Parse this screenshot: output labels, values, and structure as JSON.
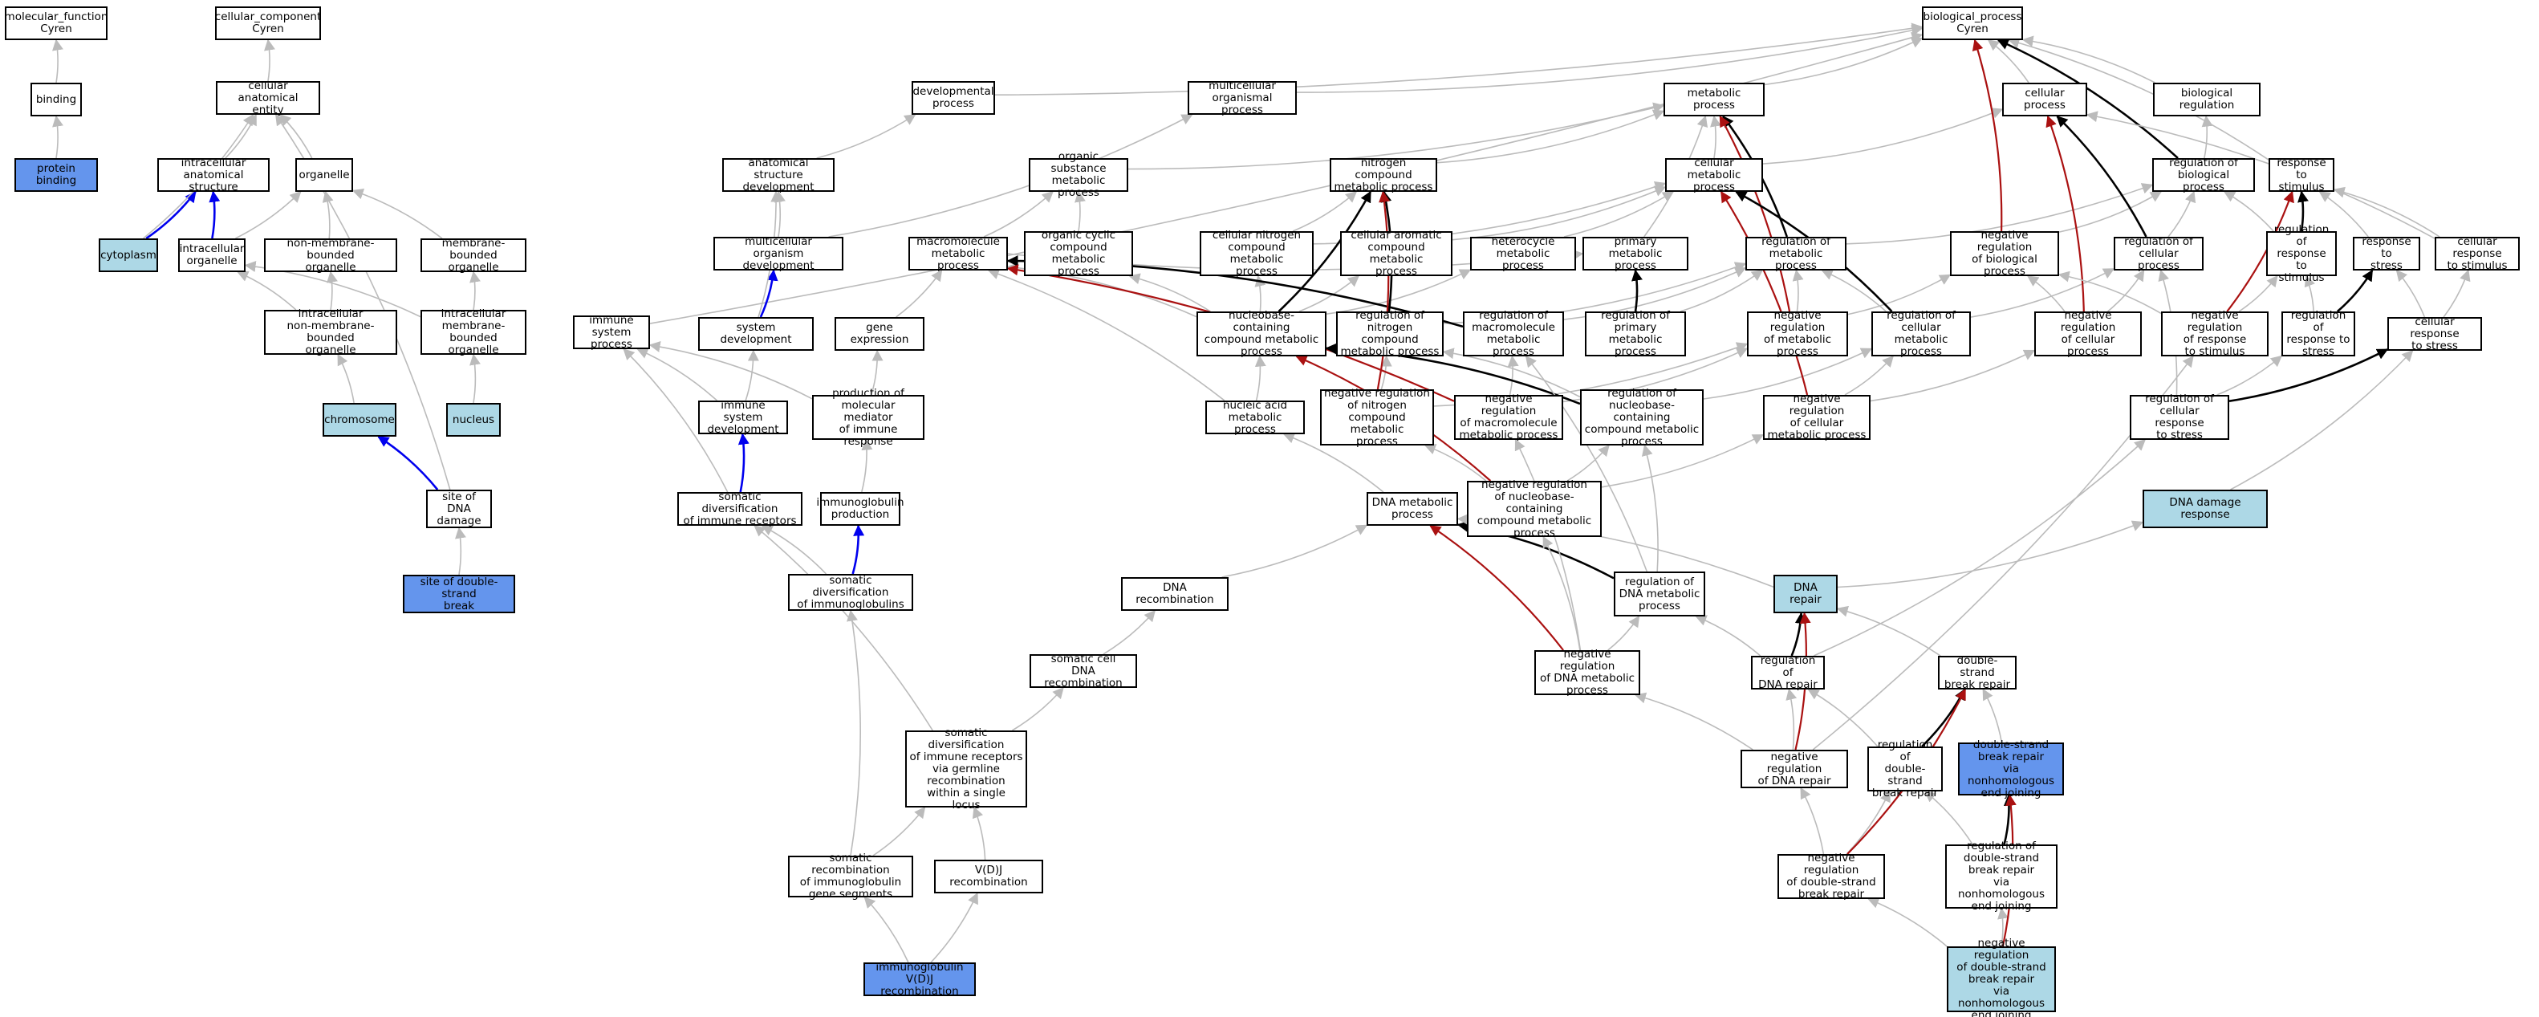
{
  "colors": {
    "is_a": "#bbbbbb",
    "positively_regulates": "#000000",
    "part_of": "#0000ee",
    "negatively_regulates": "#aa1111",
    "fill_light": "#add8e6",
    "fill_strong": "#6495ed"
  },
  "nodes": [
    {
      "id": "mf",
      "label": "molecular_function\nCyren"
    },
    {
      "id": "cc",
      "label": "cellular_component\nCyren"
    },
    {
      "id": "bp",
      "label": "biological_process\nCyren"
    },
    {
      "id": "binding",
      "label": "binding"
    },
    {
      "id": "protein_binding",
      "label": "protein binding",
      "fill": "strong"
    },
    {
      "id": "cae",
      "label": "cellular anatomical\nentity"
    },
    {
      "id": "ias",
      "label": "intracellular\nanatomical structure"
    },
    {
      "id": "organelle",
      "label": "organelle"
    },
    {
      "id": "cytoplasm",
      "label": "cytoplasm",
      "fill": "light"
    },
    {
      "id": "io",
      "label": "intracellular\norganelle"
    },
    {
      "id": "nmbo",
      "label": "non-membrane-bounded\norganelle"
    },
    {
      "id": "mbo",
      "label": "membrane-bounded\norganelle"
    },
    {
      "id": "inmbo",
      "label": "intracellular\nnon-membrane-bounded\norganelle"
    },
    {
      "id": "imbo",
      "label": "intracellular\nmembrane-bounded\norganelle"
    },
    {
      "id": "chromosome",
      "label": "chromosome",
      "fill": "light"
    },
    {
      "id": "nucleus",
      "label": "nucleus",
      "fill": "light"
    },
    {
      "id": "sodd",
      "label": "site of DNA\ndamage"
    },
    {
      "id": "sodsb",
      "label": "site of double-strand\nbreak",
      "fill": "strong"
    },
    {
      "id": "dev",
      "label": "developmental\nprocess"
    },
    {
      "id": "mcp",
      "label": "multicellular\norganismal process"
    },
    {
      "id": "asd",
      "label": "anatomical structure\ndevelopment"
    },
    {
      "id": "mod",
      "label": "multicellular\norganism development"
    },
    {
      "id": "sysdev",
      "label": "system development"
    },
    {
      "id": "isp",
      "label": "immune system\nprocess"
    },
    {
      "id": "isd",
      "label": "immune system\ndevelopment"
    },
    {
      "id": "sdir",
      "label": "somatic diversification\nof immune receptors"
    },
    {
      "id": "osmp",
      "label": "organic substance\nmetabolic process"
    },
    {
      "id": "mmp",
      "label": "macromolecule\nmetabolic process"
    },
    {
      "id": "gexp",
      "label": "gene expression"
    },
    {
      "id": "pmmir",
      "label": "production of\nmolecular mediator\nof immune response"
    },
    {
      "id": "igprod",
      "label": "immunoglobulin\nproduction"
    },
    {
      "id": "sdig",
      "label": "somatic diversification\nof immunoglobulins"
    },
    {
      "id": "dnarec",
      "label": "DNA recombination"
    },
    {
      "id": "scdr",
      "label": "somatic cell\nDNA recombination"
    },
    {
      "id": "sdirgl",
      "label": "somatic diversification\nof immune receptors\nvia germline\nrecombination\nwithin a single\nlocus"
    },
    {
      "id": "srigs",
      "label": "somatic recombination\nof immunoglobulin\ngene segments"
    },
    {
      "id": "vdj",
      "label": "V(D)J recombination"
    },
    {
      "id": "igvdj",
      "label": "immunoglobulin\nV(D)J recombination",
      "fill": "strong"
    },
    {
      "id": "metab",
      "label": "metabolic process"
    },
    {
      "id": "ncmp",
      "label": "nitrogen compound\nmetabolic process"
    },
    {
      "id": "cmp",
      "label": "cellular metabolic\nprocess"
    },
    {
      "id": "occmp",
      "label": "organic cyclic\ncompound metabolic\nprocess"
    },
    {
      "id": "cncmp",
      "label": "cellular nitrogen\ncompound metabolic\nprocess"
    },
    {
      "id": "caccmp",
      "label": "cellular aromatic\ncompound metabolic\nprocess"
    },
    {
      "id": "hetmp",
      "label": "heterocycle\nmetabolic process"
    },
    {
      "id": "primp",
      "label": "primary metabolic\nprocess"
    },
    {
      "id": "rmp",
      "label": "regulation of\nmetabolic process"
    },
    {
      "id": "nbcmp",
      "label": "nucleobase-containing\ncompound metabolic\nprocess"
    },
    {
      "id": "rncmp",
      "label": "regulation of\nnitrogen compound\nmetabolic process"
    },
    {
      "id": "rmmp",
      "label": "regulation of\nmacromolecule\nmetabolic process"
    },
    {
      "id": "rpmp",
      "label": "regulation of\nprimary metabolic\nprocess"
    },
    {
      "id": "nrmp",
      "label": "negative regulation\nof metabolic\nprocess"
    },
    {
      "id": "rcmp",
      "label": "regulation of\ncellular metabolic\nprocess"
    },
    {
      "id": "namp",
      "label": "nucleic acid\nmetabolic process"
    },
    {
      "id": "nrncmp",
      "label": "negative regulation\nof nitrogen\ncompound metabolic\nprocess"
    },
    {
      "id": "nrmmp",
      "label": "negative regulation\nof macromolecule\nmetabolic process"
    },
    {
      "id": "rnbcmp",
      "label": "regulation of\nnucleobase-containing\ncompound metabolic\nprocess"
    },
    {
      "id": "nrcmp",
      "label": "negative regulation\nof cellular\nmetabolic process"
    },
    {
      "id": "dnamp",
      "label": "DNA metabolic\nprocess"
    },
    {
      "id": "nrnbcmp",
      "label": "negative regulation\nof nucleobase-containing\ncompound metabolic\nprocess"
    },
    {
      "id": "rdnamp",
      "label": "regulation of\nDNA metabolic\nprocess"
    },
    {
      "id": "nrdnamp",
      "label": "negative regulation\nof DNA metabolic\nprocess"
    },
    {
      "id": "cellp",
      "label": "cellular process"
    },
    {
      "id": "bioreg",
      "label": "biological regulation"
    },
    {
      "id": "rbp",
      "label": "regulation of\nbiological process"
    },
    {
      "id": "rts",
      "label": "response to\nstimulus"
    },
    {
      "id": "nrbp",
      "label": "negative regulation\nof biological\nprocess"
    },
    {
      "id": "rcp",
      "label": "regulation of\ncellular process"
    },
    {
      "id": "rrts",
      "label": "regulation of\nresponse to\nstimulus"
    },
    {
      "id": "rtstress",
      "label": "response to\nstress"
    },
    {
      "id": "crts",
      "label": "cellular response\nto stimulus"
    },
    {
      "id": "nrcp",
      "label": "negative regulation\nof cellular\nprocess"
    },
    {
      "id": "nrrts",
      "label": "negative regulation\nof response\nto stimulus"
    },
    {
      "id": "rrtstress",
      "label": "regulation of\nresponse to\nstress"
    },
    {
      "id": "crtstress",
      "label": "cellular response\nto stress"
    },
    {
      "id": "rcrts",
      "label": "regulation of\ncellular response\nto stress"
    },
    {
      "id": "ddr",
      "label": "DNA damage response",
      "fill": "light"
    },
    {
      "id": "dnarep",
      "label": "DNA repair",
      "fill": "light"
    },
    {
      "id": "rdnarep",
      "label": "regulation of\nDNA repair"
    },
    {
      "id": "dsbr",
      "label": "double-strand\nbreak repair"
    },
    {
      "id": "nrdnarep",
      "label": "negative regulation\nof DNA repair"
    },
    {
      "id": "rdsbr",
      "label": "regulation of\ndouble-strand\nbreak repair"
    },
    {
      "id": "dsbrnhej",
      "label": "double-strand\nbreak repair\nvia nonhomologous\nend joining",
      "fill": "strong"
    },
    {
      "id": "nrdsbr",
      "label": "negative regulation\nof double-strand\nbreak repair"
    },
    {
      "id": "rdsbrnhej",
      "label": "regulation of\ndouble-strand\nbreak repair\nvia nonhomologous\nend joining"
    },
    {
      "id": "nrdsbrnhej",
      "label": "negative regulation\nof double-strand\nbreak repair\nvia nonhomologous\nend joining",
      "fill": "light"
    }
  ],
  "edges": [
    [
      "binding",
      "mf",
      "is_a"
    ],
    [
      "protein_binding",
      "binding",
      "is_a"
    ],
    [
      "cae",
      "cc",
      "is_a"
    ],
    [
      "ias",
      "cae",
      "is_a"
    ],
    [
      "organelle",
      "cae",
      "is_a"
    ],
    [
      "cytoplasm",
      "ias",
      "part_of"
    ],
    [
      "cytoplasm",
      "cae",
      "is_a"
    ],
    [
      "io",
      "ias",
      "part_of"
    ],
    [
      "io",
      "organelle",
      "is_a"
    ],
    [
      "nmbo",
      "organelle",
      "is_a"
    ],
    [
      "mbo",
      "organelle",
      "is_a"
    ],
    [
      "inmbo",
      "io",
      "is_a"
    ],
    [
      "inmbo",
      "nmbo",
      "is_a"
    ],
    [
      "imbo",
      "io",
      "is_a"
    ],
    [
      "imbo",
      "mbo",
      "is_a"
    ],
    [
      "chromosome",
      "inmbo",
      "is_a"
    ],
    [
      "nucleus",
      "imbo",
      "is_a"
    ],
    [
      "sodd",
      "chromosome",
      "part_of"
    ],
    [
      "sodd",
      "cae",
      "is_a"
    ],
    [
      "sodsb",
      "sodd",
      "is_a"
    ],
    [
      "dev",
      "bp",
      "is_a"
    ],
    [
      "mcp",
      "bp",
      "is_a"
    ],
    [
      "metab",
      "bp",
      "is_a"
    ],
    [
      "cellp",
      "bp",
      "is_a"
    ],
    [
      "bioreg",
      "bp",
      "is_a"
    ],
    [
      "rts",
      "bp",
      "is_a"
    ],
    [
      "isp",
      "bp",
      "is_a"
    ],
    [
      "asd",
      "dev",
      "is_a"
    ],
    [
      "mod",
      "mcp",
      "is_a"
    ],
    [
      "mod",
      "asd",
      "is_a"
    ],
    [
      "sysdev",
      "mod",
      "part_of"
    ],
    [
      "sysdev",
      "asd",
      "is_a"
    ],
    [
      "isd",
      "sysdev",
      "is_a"
    ],
    [
      "isd",
      "isp",
      "is_a"
    ],
    [
      "sdir",
      "isd",
      "part_of"
    ],
    [
      "sdir",
      "isp",
      "is_a"
    ],
    [
      "osmp",
      "metab",
      "is_a"
    ],
    [
      "ncmp",
      "metab",
      "is_a"
    ],
    [
      "mmp",
      "osmp",
      "is_a"
    ],
    [
      "mmp",
      "primp",
      "is_a"
    ],
    [
      "gexp",
      "mmp",
      "is_a"
    ],
    [
      "pmmir",
      "gexp",
      "is_a"
    ],
    [
      "pmmir",
      "isp",
      "is_a"
    ],
    [
      "igprod",
      "pmmir",
      "is_a"
    ],
    [
      "sdig",
      "igprod",
      "part_of"
    ],
    [
      "sdig",
      "sdir",
      "is_a"
    ],
    [
      "cmp",
      "metab",
      "is_a"
    ],
    [
      "cmp",
      "cellp",
      "is_a"
    ],
    [
      "occmp",
      "osmp",
      "is_a"
    ],
    [
      "cncmp",
      "ncmp",
      "is_a"
    ],
    [
      "cncmp",
      "cmp",
      "is_a"
    ],
    [
      "caccmp",
      "cmp",
      "is_a"
    ],
    [
      "hetmp",
      "cmp",
      "is_a"
    ],
    [
      "primp",
      "metab",
      "is_a"
    ],
    [
      "rmp",
      "metab",
      "positively_regulates"
    ],
    [
      "rmp",
      "rbp",
      "is_a"
    ],
    [
      "nbcmp",
      "cncmp",
      "is_a"
    ],
    [
      "nbcmp",
      "caccmp",
      "is_a"
    ],
    [
      "nbcmp",
      "hetmp",
      "is_a"
    ],
    [
      "nbcmp",
      "occmp",
      "is_a"
    ],
    [
      "nbcmp",
      "mmp",
      "is_a"
    ],
    [
      "nbcmp",
      "ncmp",
      "positively_regulates"
    ],
    [
      "rncmp",
      "rmp",
      "is_a"
    ],
    [
      "rncmp",
      "ncmp",
      "positively_regulates"
    ],
    [
      "rmmp",
      "rmp",
      "is_a"
    ],
    [
      "rmmp",
      "mmp",
      "positively_regulates"
    ],
    [
      "rpmp",
      "rmp",
      "is_a"
    ],
    [
      "rpmp",
      "primp",
      "positively_regulates"
    ],
    [
      "nrmp",
      "rmp",
      "is_a"
    ],
    [
      "nrmp",
      "nrbp",
      "is_a"
    ],
    [
      "nrmp",
      "metab",
      "negatively_regulates"
    ],
    [
      "rcmp",
      "rmp",
      "is_a"
    ],
    [
      "rcmp",
      "rcp",
      "is_a"
    ],
    [
      "rcmp",
      "cmp",
      "positively_regulates"
    ],
    [
      "namp",
      "nbcmp",
      "is_a"
    ],
    [
      "namp",
      "mmp",
      "is_a"
    ],
    [
      "nrncmp",
      "rncmp",
      "is_a"
    ],
    [
      "nrncmp",
      "nrmp",
      "is_a"
    ],
    [
      "nrncmp",
      "ncmp",
      "negatively_regulates"
    ],
    [
      "nrmmp",
      "rmmp",
      "is_a"
    ],
    [
      "nrmmp",
      "nrmp",
      "is_a"
    ],
    [
      "nrmmp",
      "mmp",
      "negatively_regulates"
    ],
    [
      "rnbcmp",
      "rncmp",
      "is_a"
    ],
    [
      "rnbcmp",
      "rcmp",
      "is_a"
    ],
    [
      "rnbcmp",
      "nbcmp",
      "positively_regulates"
    ],
    [
      "nrcmp",
      "rcmp",
      "is_a"
    ],
    [
      "nrcmp",
      "nrcp",
      "is_a"
    ],
    [
      "nrcmp",
      "cmp",
      "negatively_regulates"
    ],
    [
      "dnamp",
      "namp",
      "is_a"
    ],
    [
      "nrnbcmp",
      "rnbcmp",
      "is_a"
    ],
    [
      "nrnbcmp",
      "nrncmp",
      "is_a"
    ],
    [
      "nrnbcmp",
      "nrcmp",
      "is_a"
    ],
    [
      "nrnbcmp",
      "nbcmp",
      "negatively_regulates"
    ],
    [
      "rdnamp",
      "rnbcmp",
      "is_a"
    ],
    [
      "rdnamp",
      "rmmp",
      "is_a"
    ],
    [
      "rdnamp",
      "dnamp",
      "positively_regulates"
    ],
    [
      "nrdnamp",
      "rdnamp",
      "is_a"
    ],
    [
      "nrdnamp",
      "nrnbcmp",
      "is_a"
    ],
    [
      "nrdnamp",
      "nrmmp",
      "is_a"
    ],
    [
      "nrdnamp",
      "dnamp",
      "negatively_regulates"
    ],
    [
      "dnarec",
      "dnamp",
      "is_a"
    ],
    [
      "scdr",
      "dnarec",
      "is_a"
    ],
    [
      "sdirgl",
      "scdr",
      "is_a"
    ],
    [
      "sdirgl",
      "sdir",
      "is_a"
    ],
    [
      "srigs",
      "sdirgl",
      "is_a"
    ],
    [
      "srigs",
      "sdig",
      "is_a"
    ],
    [
      "vdj",
      "sdirgl",
      "is_a"
    ],
    [
      "igvdj",
      "srigs",
      "is_a"
    ],
    [
      "igvdj",
      "vdj",
      "is_a"
    ],
    [
      "rbp",
      "bioreg",
      "is_a"
    ],
    [
      "rbp",
      "bp",
      "positively_regulates"
    ],
    [
      "nrbp",
      "rbp",
      "is_a"
    ],
    [
      "nrbp",
      "bp",
      "negatively_regulates"
    ],
    [
      "rcp",
      "rbp",
      "is_a"
    ],
    [
      "rcp",
      "cellp",
      "positively_regulates"
    ],
    [
      "rrts",
      "rbp",
      "is_a"
    ],
    [
      "rrts",
      "rts",
      "positively_regulates"
    ],
    [
      "rtstress",
      "rts",
      "is_a"
    ],
    [
      "crts",
      "rts",
      "is_a"
    ],
    [
      "crts",
      "cellp",
      "is_a"
    ],
    [
      "nrcp",
      "rcp",
      "is_a"
    ],
    [
      "nrcp",
      "nrbp",
      "is_a"
    ],
    [
      "nrcp",
      "cellp",
      "negatively_regulates"
    ],
    [
      "nrrts",
      "rrts",
      "is_a"
    ],
    [
      "nrrts",
      "nrbp",
      "is_a"
    ],
    [
      "nrrts",
      "rts",
      "negatively_regulates"
    ],
    [
      "rrtstress",
      "rrts",
      "is_a"
    ],
    [
      "rrtstress",
      "rtstress",
      "positively_regulates"
    ],
    [
      "crtstress",
      "rtstress",
      "is_a"
    ],
    [
      "crtstress",
      "crts",
      "is_a"
    ],
    [
      "rcrts",
      "rrtstress",
      "is_a"
    ],
    [
      "rcrts",
      "rcp",
      "is_a"
    ],
    [
      "rcrts",
      "crtstress",
      "positively_regulates"
    ],
    [
      "ddr",
      "crtstress",
      "is_a"
    ],
    [
      "dnarep",
      "dnamp",
      "is_a"
    ],
    [
      "dnarep",
      "ddr",
      "is_a"
    ],
    [
      "rdnarep",
      "rdnamp",
      "is_a"
    ],
    [
      "rdnarep",
      "rcrts",
      "is_a"
    ],
    [
      "rdnarep",
      "dnarep",
      "positively_regulates"
    ],
    [
      "dsbr",
      "dnarep",
      "is_a"
    ],
    [
      "nrdnarep",
      "rdnarep",
      "is_a"
    ],
    [
      "nrdnarep",
      "nrdnamp",
      "is_a"
    ],
    [
      "nrdnarep",
      "nrrts",
      "is_a"
    ],
    [
      "nrdnarep",
      "dnarep",
      "negatively_regulates"
    ],
    [
      "rdsbr",
      "rdnarep",
      "is_a"
    ],
    [
      "rdsbr",
      "dsbr",
      "positively_regulates"
    ],
    [
      "dsbrnhej",
      "dsbr",
      "is_a"
    ],
    [
      "nrdsbr",
      "rdsbr",
      "is_a"
    ],
    [
      "nrdsbr",
      "nrdnarep",
      "is_a"
    ],
    [
      "nrdsbr",
      "dsbr",
      "negatively_regulates"
    ],
    [
      "rdsbrnhej",
      "rdsbr",
      "is_a"
    ],
    [
      "rdsbrnhej",
      "dsbrnhej",
      "positively_regulates"
    ],
    [
      "nrdsbrnhej",
      "rdsbrnhej",
      "is_a"
    ],
    [
      "nrdsbrnhej",
      "nrdsbr",
      "is_a"
    ],
    [
      "nrdsbrnhej",
      "dsbrnhej",
      "negatively_regulates"
    ]
  ]
}
